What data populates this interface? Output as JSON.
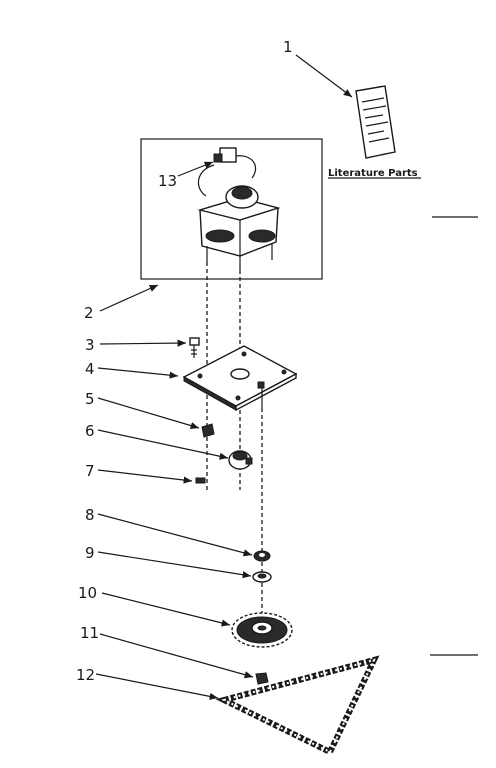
{
  "callouts": [
    "1",
    "2",
    "3",
    "4",
    "5",
    "6",
    "7",
    "8",
    "9",
    "10",
    "11",
    "12",
    "13"
  ],
  "literature_label": "Literature Parts",
  "colors": {
    "ink": "#1a1a1a",
    "paper": "#ffffff"
  },
  "icons": [
    "literature-booklet",
    "motor",
    "mounting-plate",
    "sprocket",
    "chain"
  ]
}
